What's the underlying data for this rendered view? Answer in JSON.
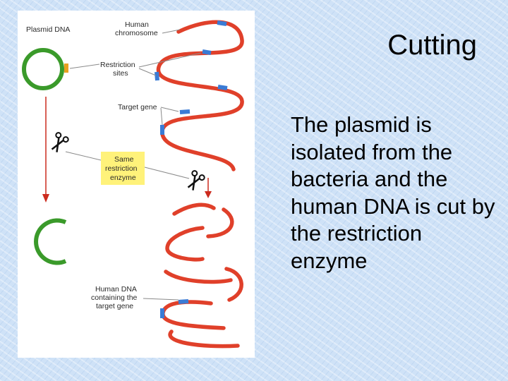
{
  "slide": {
    "title": "Cutting",
    "body": "The plasmid is isolated from the bacteria and the human DNA is cut by the restriction enzyme"
  },
  "diagram": {
    "labels": {
      "plasmid": "Plasmid DNA",
      "human_chromosome": [
        "Human",
        "chromosome"
      ],
      "restriction_sites": [
        "Restriction",
        "sites"
      ],
      "target_gene": "Target gene",
      "same_enzyme": [
        "Same",
        "restriction",
        "enzyme"
      ],
      "human_dna": [
        "Human DNA",
        "containing the",
        "target gene"
      ]
    },
    "colors": {
      "plasmid": "#3a9a2a",
      "chromosome": "#e0402a",
      "restriction_site": "#3a7bd5",
      "target_gene_site": "#3a7bd5",
      "arrow": "#cc2b1e",
      "enzyme_box": "#fff27a",
      "pointer": "#7a7a7a"
    },
    "icons": [
      "scissors-icon",
      "scissors-icon"
    ]
  }
}
